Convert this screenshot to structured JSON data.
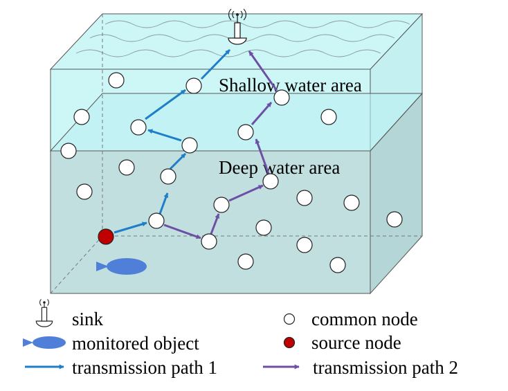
{
  "regions": {
    "shallow_label": "Shallow water area",
    "deep_label": "Deep water area"
  },
  "legend": {
    "sink": "sink",
    "common_node": "common node",
    "monitored_object": "monitored object",
    "source_node": "source node",
    "path1": "transmission path 1",
    "path2": "transmission path 2"
  },
  "colors": {
    "shallow_water": "#cdf6f7",
    "deep_water": "#c2dfdf",
    "path1": "#1e7ec8",
    "path2": "#6e4fa6",
    "source_node": "#c00000",
    "monitored_object": "#4f7fd8"
  },
  "icons": {
    "sink": "buoy-antenna-icon",
    "monitored_object": "fish-icon"
  }
}
